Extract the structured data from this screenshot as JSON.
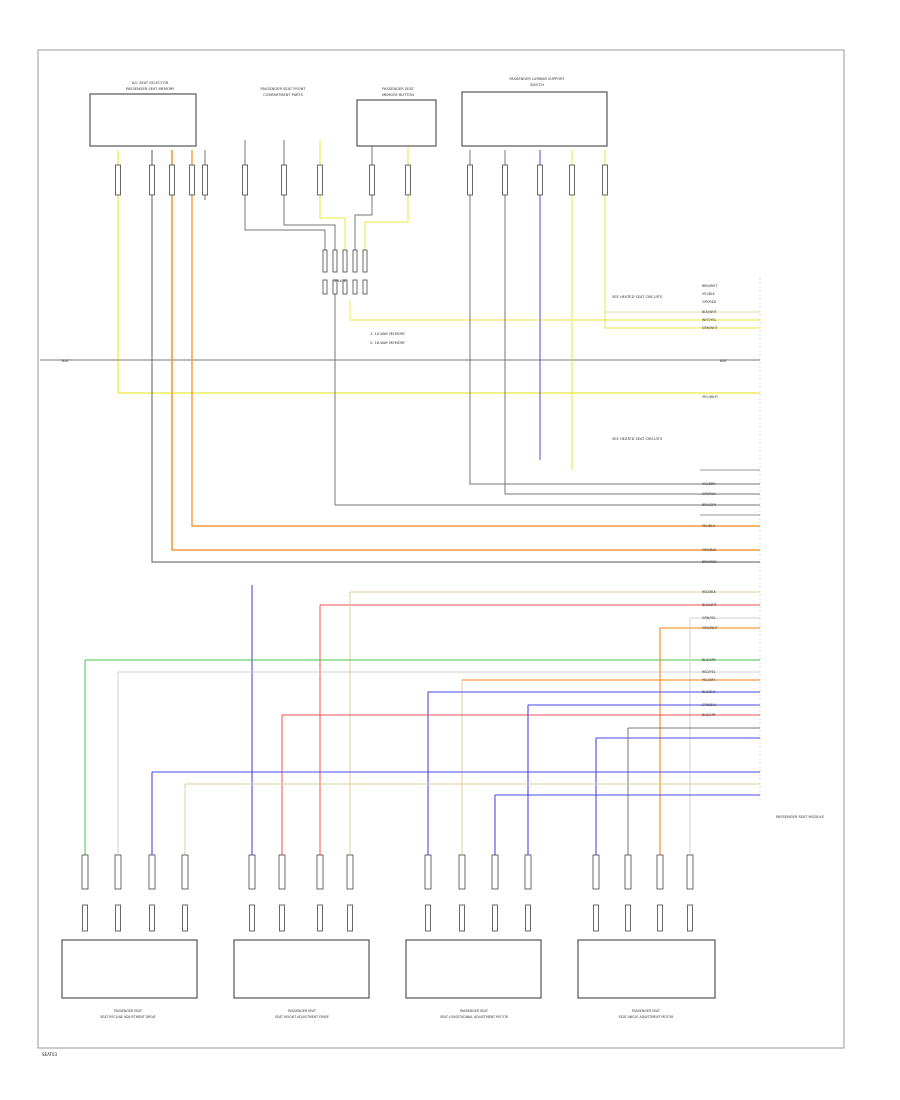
{
  "diagram": {
    "footer_code": "SEAT03",
    "colors": {
      "black": "#2b2b2b",
      "grey": "#777777",
      "white": "#d0d0d0",
      "yellow": "#eaea3a",
      "orange": "#f39a3a",
      "red": "#f05050",
      "blue": "#4a4ae8",
      "green": "#48c048",
      "yellow_green": "#c8e050",
      "tan": "#d8d098"
    },
    "top_components": [
      {
        "name": "A/C SEAT SELECTOR",
        "sub": "PASSENGER SEAT MEMORY"
      },
      {
        "name": "PASSENGER SEAT FRONT",
        "sub": "COMPARTMENT PARTS"
      },
      {
        "name": "PASSENGER SEAT",
        "sub": "MEMORY BUTTON"
      },
      {
        "name": "PASSENGER LUMBAR SUPPORT",
        "sub": "SWITCH"
      }
    ],
    "center_notes": [
      "1: 10-WAY MEMORY",
      "2: 18-WAY MEMORY"
    ],
    "splice_label": "SPLICE",
    "mid_labels": {
      "left_bat": "BAT",
      "right_bat": "BAT",
      "yellow_wire": "YEL/WHT",
      "group1": "SEE HEATED SEAT CIRCUITS",
      "group2": "SEE HEATED SEAT CIRCUITS"
    },
    "module_name": "PASSENGER SEAT MODULE",
    "bottom_motors": [
      {
        "name": "PASSENGER SEAT",
        "sub": "SEAT RECLINE ADJUSTMENT DRIVE"
      },
      {
        "name": "PASSENGER SEAT",
        "sub": "SEAT HEIGHT ADJUSTMENT DRIVE"
      },
      {
        "name": "PASSENGER SEAT",
        "sub": "SEAT LONGITUDINAL ADJUSTMENT MOTOR"
      },
      {
        "name": "PASSENGER SEAT",
        "sub": "SEAT ANGLE ADJUSTMENT MOTOR"
      }
    ],
    "wire_labels": [
      "BRN/WHT",
      "VIO/BLK",
      "GRY/RED",
      "BLK/WHT",
      "WHT/YEL",
      "GRN/WHT",
      "VIO/BRN",
      "GRY/BLK",
      "BRN/GRY",
      "YEL/BLU",
      "ORG/BLK",
      "BRN/RED",
      "RED/BLK",
      "BLU/WHT",
      "GRN/YEL",
      "ORG/WHT",
      "BLU/GRY",
      "RED/YEL",
      "YEL/GRY",
      "BLU/BLK",
      "GRN/BLU",
      "BLK/GRY"
    ]
  }
}
